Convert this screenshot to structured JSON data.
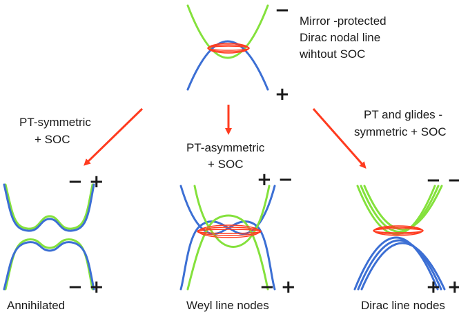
{
  "labels": {
    "top_title": [
      "Mirror -protected",
      "Dirac nodal line",
      "wihtout SOC"
    ],
    "left_arrow": [
      "PT-symmetric",
      "+ SOC"
    ],
    "middle_arrow": [
      "PT-asymmetric",
      "+ SOC"
    ],
    "right_arrow": [
      "PT and glides -",
      "symmetric + SOC"
    ],
    "bottom_left": "Annihilated",
    "bottom_middle": "Weyl line nodes",
    "bottom_right": "Dirac line nodes"
  },
  "signs": {
    "top_upper": "−",
    "top_lower": "+",
    "left_upper": "− +",
    "left_lower": "− +",
    "middle_upper": "+ −",
    "middle_lower": "− +",
    "right_upper": "− −",
    "right_lower": "+ +"
  },
  "colors": {
    "green_band": "#84e13c",
    "blue_band": "#3c6fd4",
    "nodal_ring": "#ff3b1f",
    "arrow": "#ff3b1f",
    "text": "#1a1a1a"
  }
}
